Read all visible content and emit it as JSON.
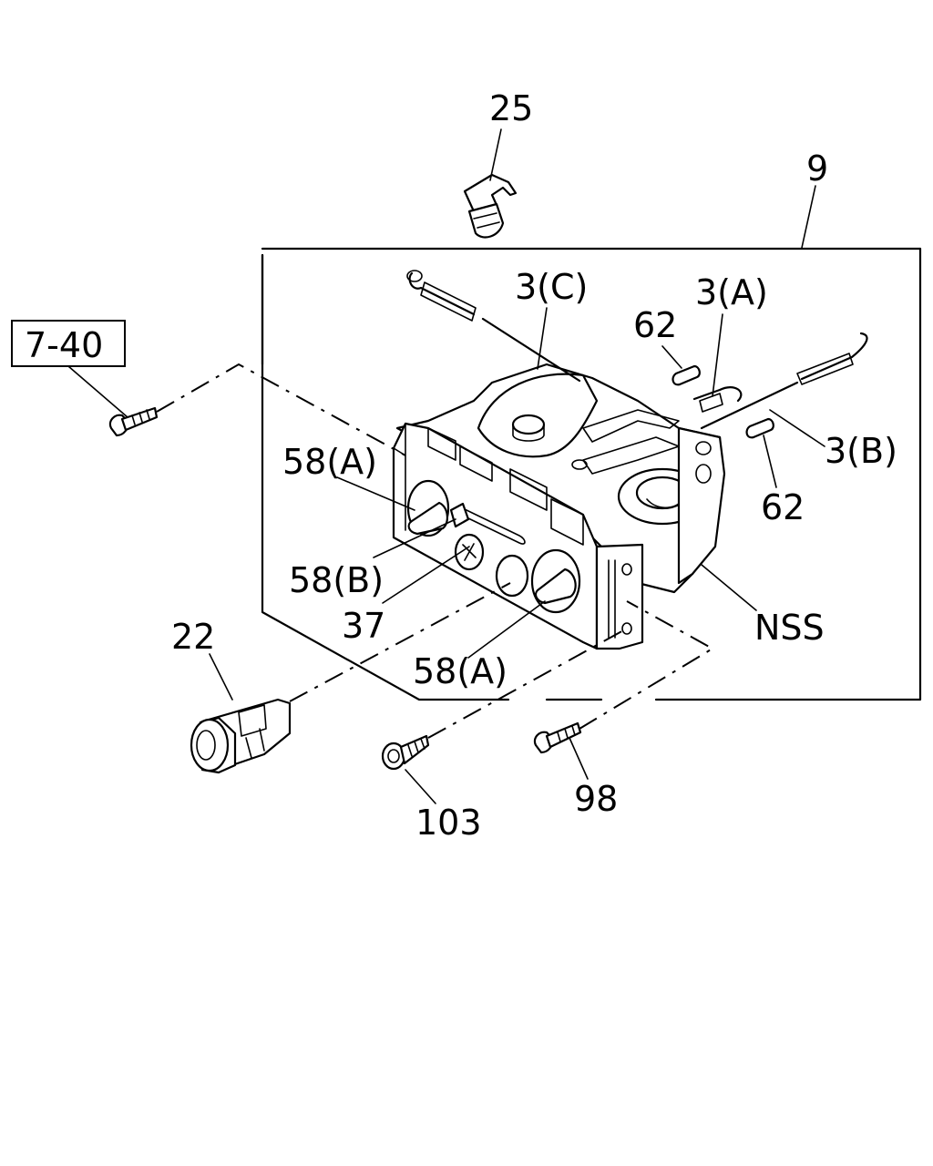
{
  "diagram": {
    "labels": {
      "p25": "25",
      "p9": "9",
      "p3c": "3(C)",
      "p3a": "3(A)",
      "p62_top": "62",
      "p7_40": "7-40",
      "p58a_top": "58(A)",
      "p3b": "3(B)",
      "p62_right": "62",
      "p58b": "58(B)",
      "p37": "37",
      "pnss": "NSS",
      "p22": "22",
      "p58a_bottom": "58(A)",
      "p98": "98",
      "p103": "103"
    },
    "colors": {
      "line": "#000000",
      "background": "#ffffff"
    }
  }
}
